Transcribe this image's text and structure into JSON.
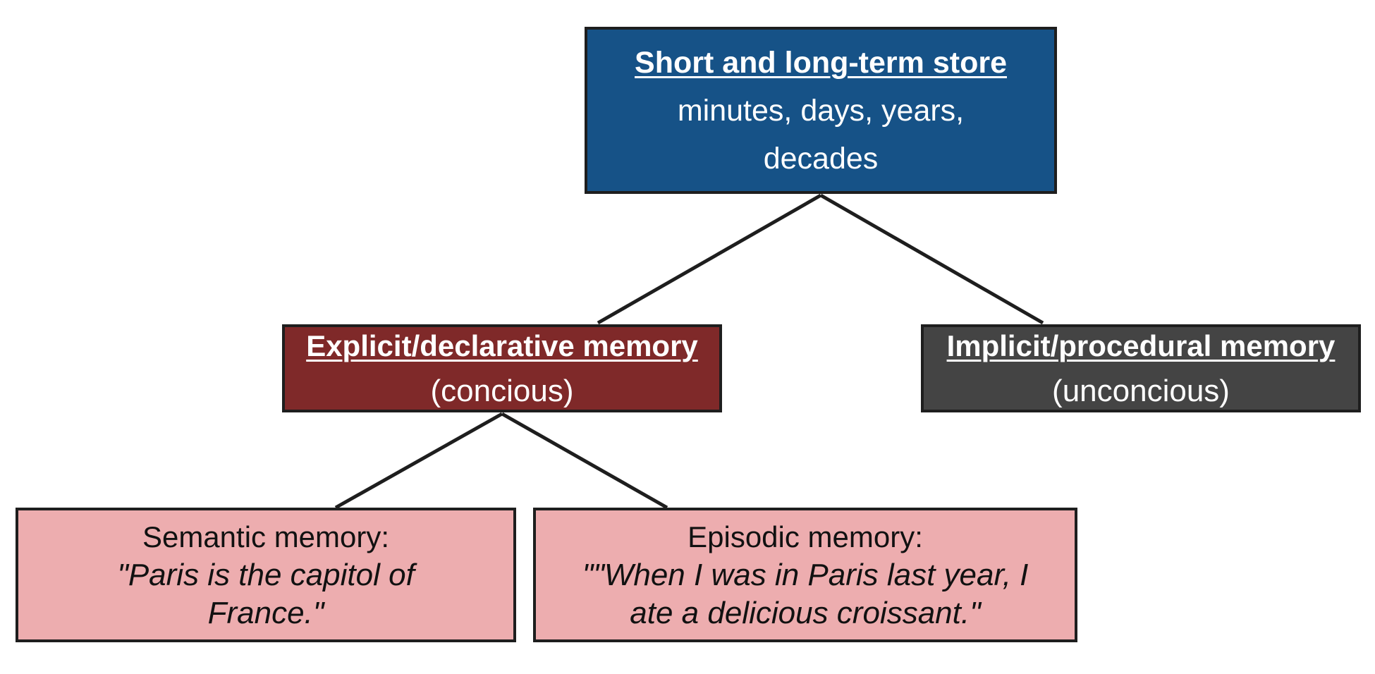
{
  "diagram": {
    "root": {
      "title": "Short and long-term store",
      "subtitle": "minutes, days, years, decades",
      "color": "#165287"
    },
    "explicit": {
      "title": "Explicit/declarative memory",
      "subtitle": "(concious)",
      "color": "#7f2929"
    },
    "implicit": {
      "title": "Implicit/procedural memory",
      "subtitle": "(unconcious)",
      "color": "#444444"
    },
    "semantic": {
      "heading": "Semantic memory:",
      "example": "\"Paris is the capitol of France.\"",
      "color": "#edadaf"
    },
    "episodic": {
      "heading": "Episodic memory:",
      "example": "\"\"When I was in Paris last year, I ate a delicious croissant.\"",
      "color": "#edadaf"
    }
  }
}
